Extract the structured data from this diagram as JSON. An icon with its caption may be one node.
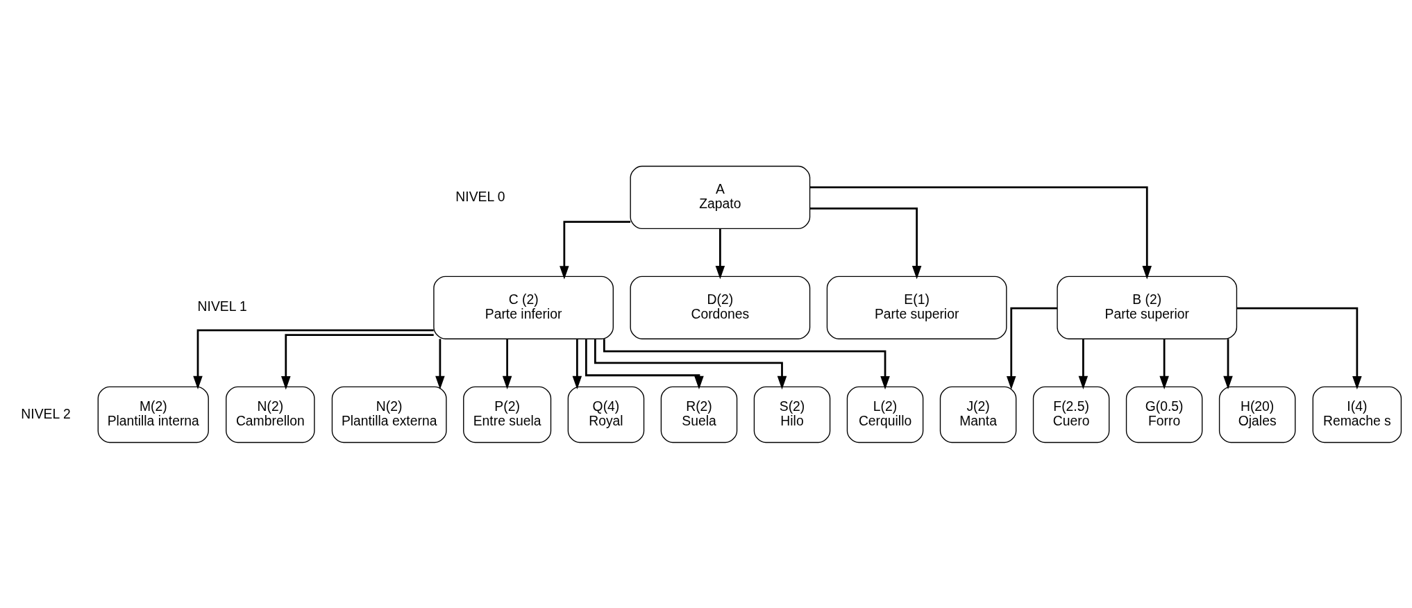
{
  "diagram": {
    "nodes": [
      {
        "text": [
          "A",
          "Zapato"
        ]
      },
      {
        "text": [
          "B (2)",
          "Parte superior"
        ]
      },
      {
        "text": [
          "C (2)",
          "Parte inferior"
        ]
      },
      {
        "text": [
          "D(2)",
          "Cordones"
        ]
      },
      {
        "text": [
          "E(1)",
          "Parte superior"
        ]
      },
      {
        "text": [
          "F(2.5)",
          "Cuero"
        ]
      },
      {
        "text": [
          "G(0.5)",
          "Forro"
        ]
      },
      {
        "text": [
          "H(20)",
          "Ojales"
        ]
      },
      {
        "text": [
          "I(4)",
          "Remache s"
        ]
      },
      {
        "text": [
          "J(2)",
          "Manta"
        ]
      },
      {
        "text": [
          "L(2)",
          "Cerquillo"
        ]
      },
      {
        "text": [
          "M(2)",
          "Plantilla interna"
        ]
      },
      {
        "text": [
          "N(2)",
          "Cambrellon"
        ]
      },
      {
        "text": [
          "N(2)",
          "Plantilla externa"
        ]
      },
      {
        "text": [
          "P(2)",
          "Entre suela"
        ]
      },
      {
        "text": [
          "Q(4)",
          "Royal"
        ]
      },
      {
        "text": [
          "R(2)",
          "Suela"
        ]
      },
      {
        "text": [
          "S(2)",
          "Hilo"
        ]
      }
    ],
    "edges": [
      {
        "from": 0,
        "to": 1,
        "arrow": "to"
      },
      {
        "from": 0,
        "to": 2,
        "arrow": "to"
      },
      {
        "from": 0,
        "to": 3,
        "arrow": "to"
      },
      {
        "from": 0,
        "to": 4,
        "arrow": "to"
      },
      {
        "from": 1,
        "to": 5,
        "arrow": "to"
      },
      {
        "from": 1,
        "to": 6,
        "arrow": "to"
      },
      {
        "from": 1,
        "to": 7,
        "arrow": "to"
      },
      {
        "from": 1,
        "to": 8,
        "arrow": "to"
      },
      {
        "from": 1,
        "to": 9,
        "arrow": "to"
      },
      {
        "from": 2,
        "to": 10,
        "arrow": "to"
      },
      {
        "from": 2,
        "to": 11,
        "arrow": "to"
      },
      {
        "from": 2,
        "to": 12,
        "arrow": "to"
      },
      {
        "from": 2,
        "to": 13,
        "arrow": "to"
      },
      {
        "from": 2,
        "to": 14,
        "arrow": "to"
      },
      {
        "from": 2,
        "to": 15,
        "arrow": "to"
      },
      {
        "from": 2,
        "to": 16,
        "arrow": "to"
      },
      {
        "from": 2,
        "to": 17,
        "arrow": "to"
      }
    ],
    "labels": [
      "NIVEL 0",
      "NIVEL 1",
      "NIVEL 2"
    ]
  }
}
